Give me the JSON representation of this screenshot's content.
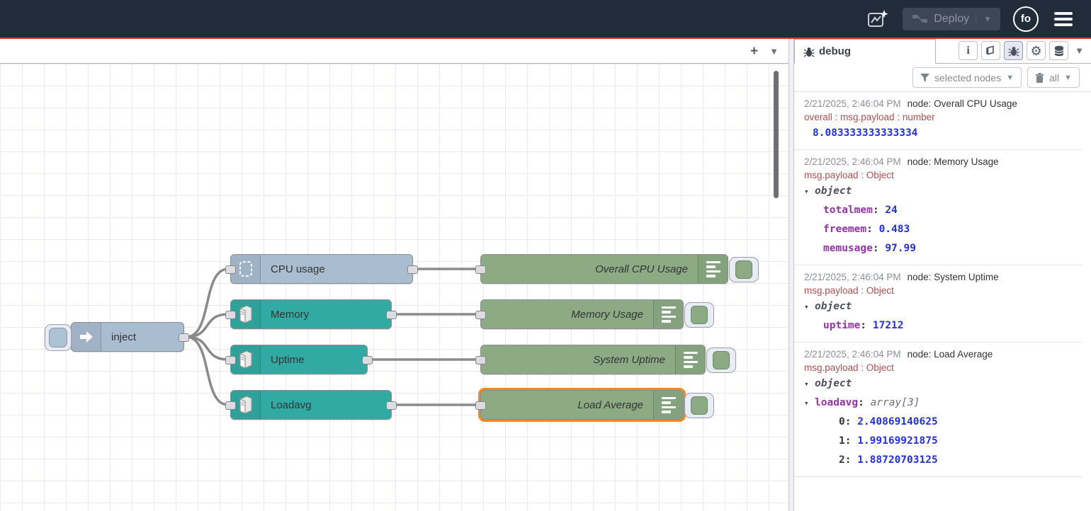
{
  "header": {
    "deploy_label": "Deploy",
    "avatar_label": "fo"
  },
  "canvas": {
    "add_flow_label": "+",
    "nodes": {
      "inject": {
        "label": "inject"
      },
      "cpu_usage": {
        "label": "CPU usage"
      },
      "memory": {
        "label": "Memory"
      },
      "uptime": {
        "label": "Uptime"
      },
      "loadavg": {
        "label": "Loadavg"
      },
      "overall_cpu_usage": {
        "label": "Overall CPU Usage"
      },
      "memory_usage": {
        "label": "Memory Usage"
      },
      "system_uptime": {
        "label": "System Uptime"
      },
      "load_average": {
        "label": "Load Average",
        "selected": true
      }
    }
  },
  "sidebar": {
    "tab_label": "debug",
    "filter_button": "selected nodes",
    "clear_button": "all",
    "messages": [
      {
        "timestamp": "2/21/2025, 2:46:04 PM",
        "source": "node: Overall CPU Usage",
        "property": "overall : msg.payload : number",
        "rows": [
          {
            "type": "value",
            "value": "8.083333333333334"
          }
        ]
      },
      {
        "timestamp": "2/21/2025, 2:46:04 PM",
        "source": "node: Memory Usage",
        "property": "msg.payload : Object",
        "rows": [
          {
            "type": "object",
            "text": "object"
          },
          {
            "type": "kv",
            "key": "totalmem",
            "value": "24"
          },
          {
            "type": "kv",
            "key": "freemem",
            "value": "0.483"
          },
          {
            "type": "kv",
            "key": "memusage",
            "value": "97.99"
          }
        ]
      },
      {
        "timestamp": "2/21/2025, 2:46:04 PM",
        "source": "node: System Uptime",
        "property": "msg.payload : Object",
        "rows": [
          {
            "type": "object",
            "text": "object"
          },
          {
            "type": "kv",
            "key": "uptime",
            "value": "17212"
          }
        ]
      },
      {
        "timestamp": "2/21/2025, 2:46:04 PM",
        "source": "node: Load Average",
        "property": "msg.payload : Object",
        "rows": [
          {
            "type": "object",
            "text": "object"
          },
          {
            "type": "array",
            "key": "loadavg",
            "text": "array[3]"
          },
          {
            "type": "ikv",
            "key": "0",
            "value": "2.40869140625"
          },
          {
            "type": "ikv",
            "key": "1",
            "value": "1.99169921875"
          },
          {
            "type": "ikv",
            "key": "2",
            "value": "1.88720703125"
          }
        ]
      }
    ]
  },
  "colors": {
    "header_bg": "#222b3a",
    "accent_red": "#dc352a",
    "node_inject": "#a9bdd1",
    "node_system": "#31aaa4",
    "node_debug": "#8cab84",
    "selected_outline": "#f6861f",
    "debug_value_blue": "#2230d6",
    "debug_key_purple": "#9532a8",
    "debug_property_red": "#ad4f4f"
  }
}
